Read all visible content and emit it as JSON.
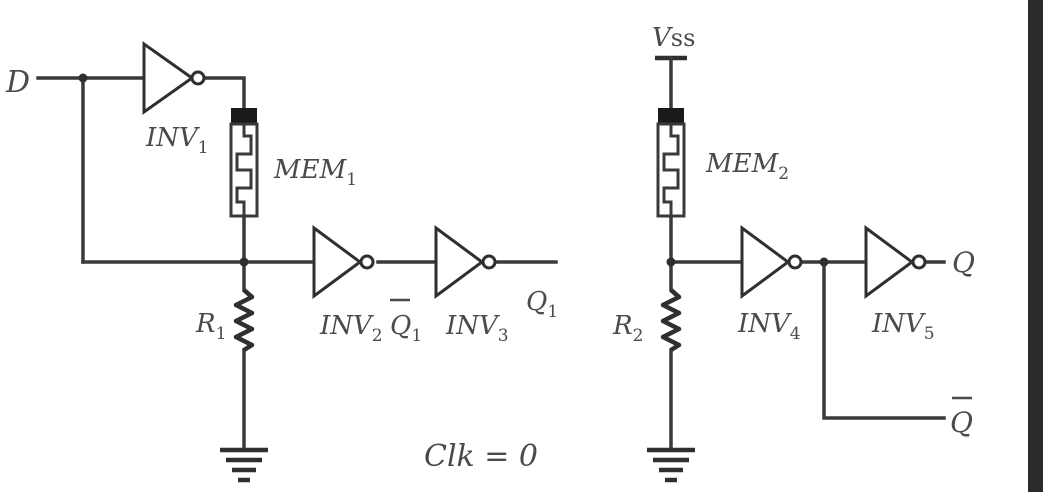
{
  "labels": {
    "d": "D",
    "inv1": "INV",
    "inv1_sub": "1",
    "mem1": "MEM",
    "mem1_sub": "1",
    "r1": "R",
    "r1_sub": "1",
    "inv2": "INV",
    "inv2_sub": "2",
    "q1bar": "Q",
    "q1bar_sub": "1",
    "inv3": "INV",
    "inv3_sub": "3",
    "q1": "Q",
    "q1_sub": "1",
    "clk": "Clk = 0",
    "vss_v": "V",
    "vss_ss": "ss",
    "mem2": "MEM",
    "mem2_sub": "2",
    "r2": "R",
    "r2_sub": "2",
    "inv4": "INV",
    "inv4_sub": "4",
    "inv5": "INV",
    "inv5_sub": "5",
    "q": "Q",
    "qbar": "Q"
  },
  "colors": {
    "wire": "#3a3a3a",
    "text": "#4a4a4a",
    "background": "#ffffff"
  }
}
